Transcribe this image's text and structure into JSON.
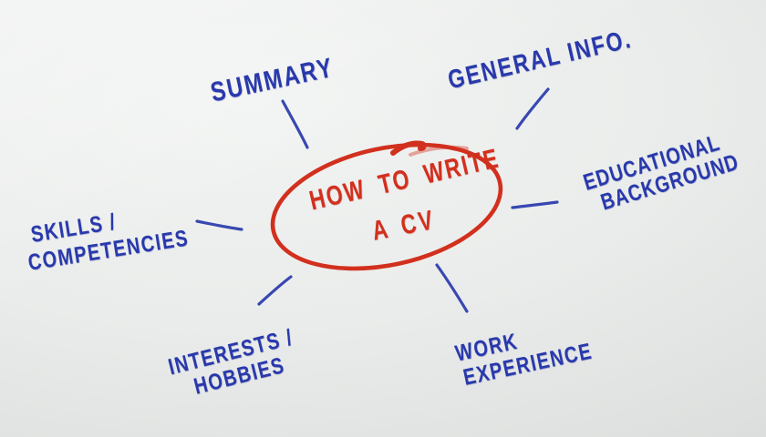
{
  "center": {
    "line1": "HOW TO WRITE",
    "line2": "A CV"
  },
  "branches": {
    "summary": {
      "label": "SUMMARY"
    },
    "general_info": {
      "label": "GENERAL INFO."
    },
    "educational_background": {
      "line1": "EDUCATIONAL",
      "line2": "BACKGROUND"
    },
    "work_experience": {
      "line1": "WORK",
      "line2": "EXPERIENCE"
    },
    "interests_hobbies": {
      "line1": "INTERESTS /",
      "line2": "HOBBIES"
    },
    "skills_competencies": {
      "line1": "SKILLS /",
      "line2": "COMPETENCIES"
    }
  },
  "colors": {
    "marker_blue": "#2939ac",
    "marker_red": "#d2301e",
    "board_light": "#f2f4f3",
    "board_dark": "#d2d4d3"
  }
}
